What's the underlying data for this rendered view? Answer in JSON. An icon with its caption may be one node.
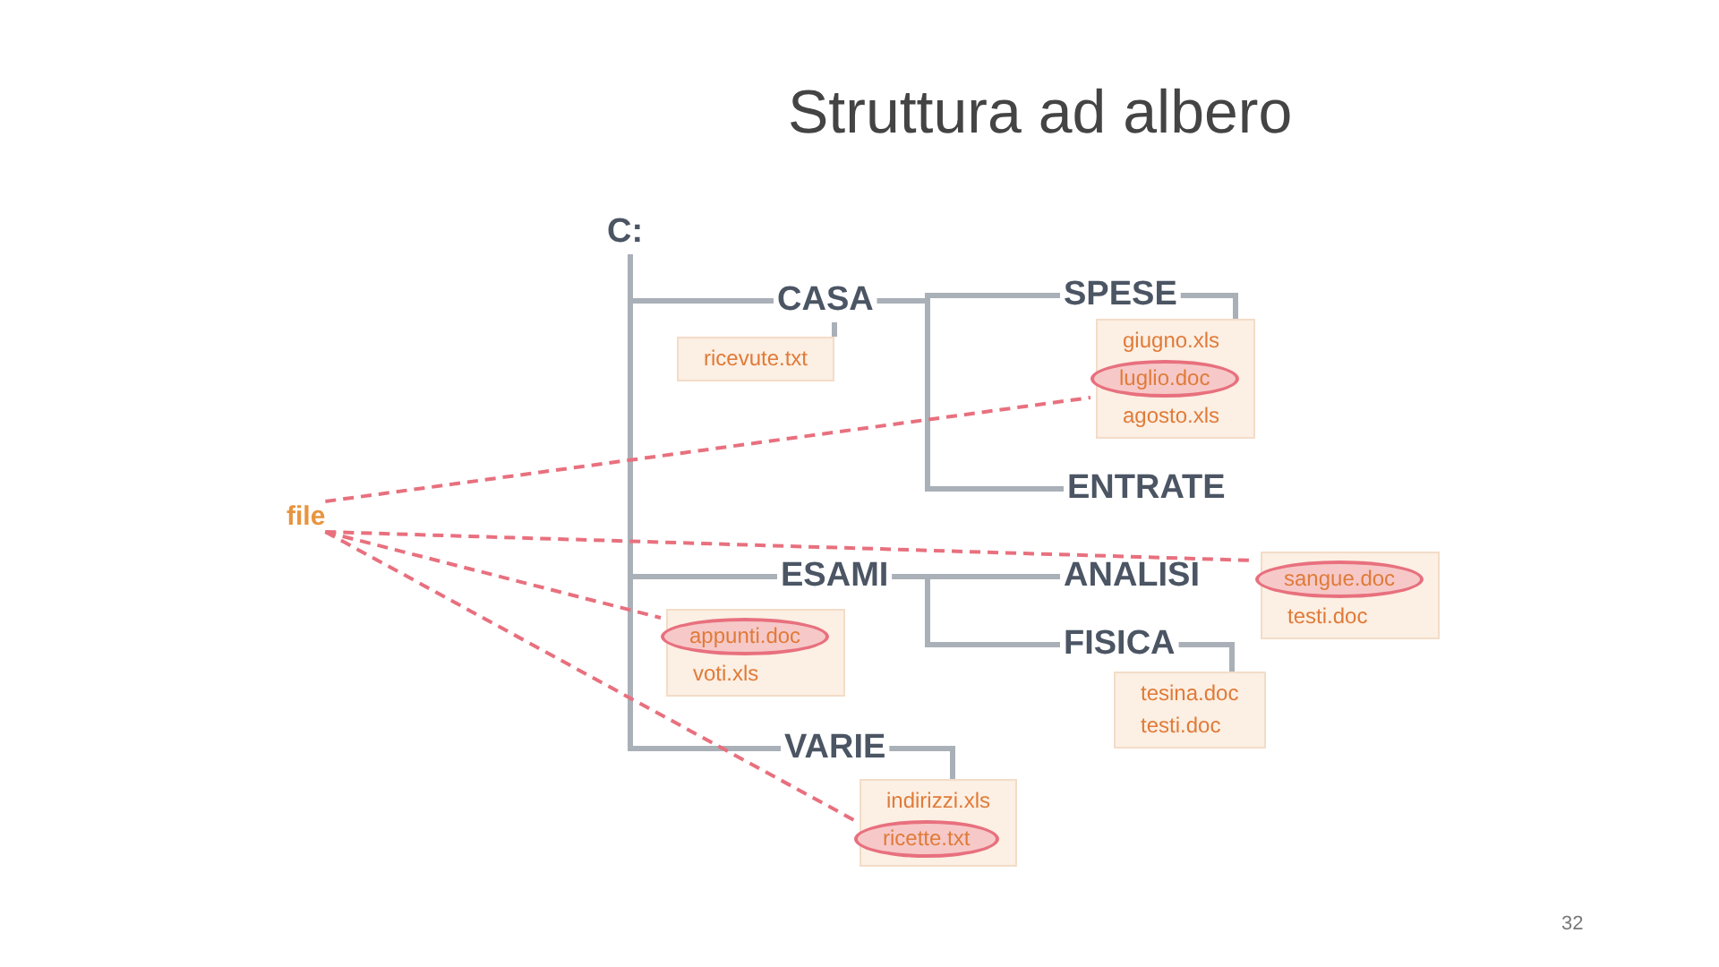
{
  "diagram": {
    "title": "Struttura ad albero",
    "nodes": [
      {
        "text": [
          "C:"
        ]
      },
      {
        "text": [
          "CASA"
        ]
      },
      {
        "text": [
          "ricevute.txt"
        ]
      },
      {
        "text": [
          "SPESE"
        ]
      },
      {
        "text": [
          "giugno.xls",
          "agosto.xls"
        ]
      },
      {
        "text": [
          "luglio.doc"
        ],
        "in": 4
      },
      {
        "text": [
          "ENTRATE"
        ]
      },
      {
        "text": [
          "ESAMI"
        ]
      },
      {
        "text": [
          "voti.xls"
        ]
      },
      {
        "text": [
          "appunti.doc"
        ],
        "in": 8
      },
      {
        "text": [
          "ANALISI"
        ]
      },
      {
        "text": [
          "testi.doc"
        ]
      },
      {
        "text": [
          "sangue.doc"
        ],
        "in": 11
      },
      {
        "text": [
          "FISICA"
        ]
      },
      {
        "text": [
          "tesina.doc",
          "testi.doc"
        ]
      },
      {
        "text": [
          "VARIE"
        ]
      },
      {
        "text": [
          "indirizzi.xls"
        ]
      },
      {
        "text": [
          "ricette.txt"
        ],
        "in": 16
      },
      {
        "text": [
          "file"
        ]
      }
    ],
    "edges": [
      {
        "from": 0,
        "to": 1,
        "arrow": "none"
      },
      {
        "from": 0,
        "to": 7,
        "arrow": "none"
      },
      {
        "from": 0,
        "to": 15,
        "arrow": "none"
      },
      {
        "from": 1,
        "to": 2,
        "arrow": "none"
      },
      {
        "from": 1,
        "to": 3,
        "arrow": "none"
      },
      {
        "from": 1,
        "to": 6,
        "arrow": "none"
      },
      {
        "from": 3,
        "to": 4,
        "arrow": "none"
      },
      {
        "from": 7,
        "to": 10,
        "arrow": "none"
      },
      {
        "from": 7,
        "to": 13,
        "arrow": "none"
      },
      {
        "from": 13,
        "to": 14,
        "arrow": "none"
      },
      {
        "from": 15,
        "to": 16,
        "arrow": "none"
      },
      {
        "from": 18,
        "to": 5,
        "arrow": "none",
        "style": "dashed",
        "color": "#e8707e"
      },
      {
        "from": 18,
        "to": 12,
        "arrow": "none",
        "style": "dashed",
        "color": "#e8707e"
      },
      {
        "from": 18,
        "to": 9,
        "arrow": "none",
        "style": "dashed",
        "color": "#e8707e"
      },
      {
        "from": 18,
        "to": 17,
        "arrow": "none",
        "style": "dashed",
        "color": "#e8707e"
      }
    ],
    "labels": [
      "32"
    ]
  }
}
